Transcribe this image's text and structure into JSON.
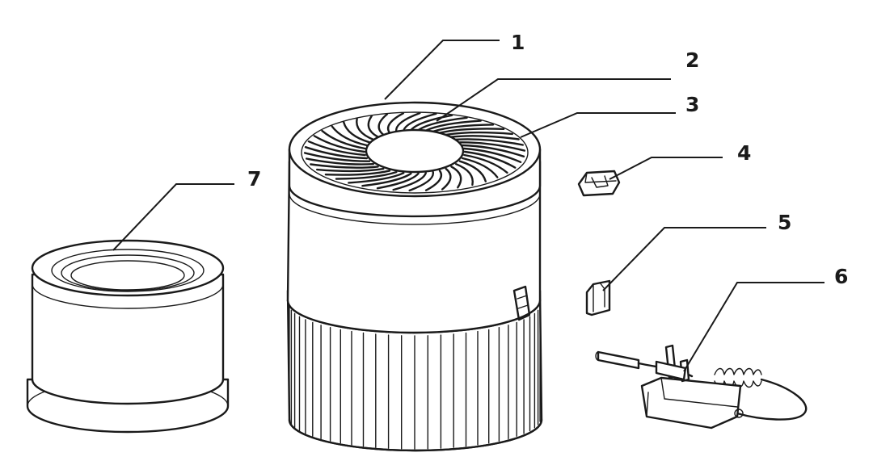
{
  "callouts": [
    "1",
    "2",
    "3",
    "4",
    "5",
    "6",
    "7"
  ],
  "colors": {
    "line": "#1a1a1a",
    "background": "#ffffff"
  }
}
